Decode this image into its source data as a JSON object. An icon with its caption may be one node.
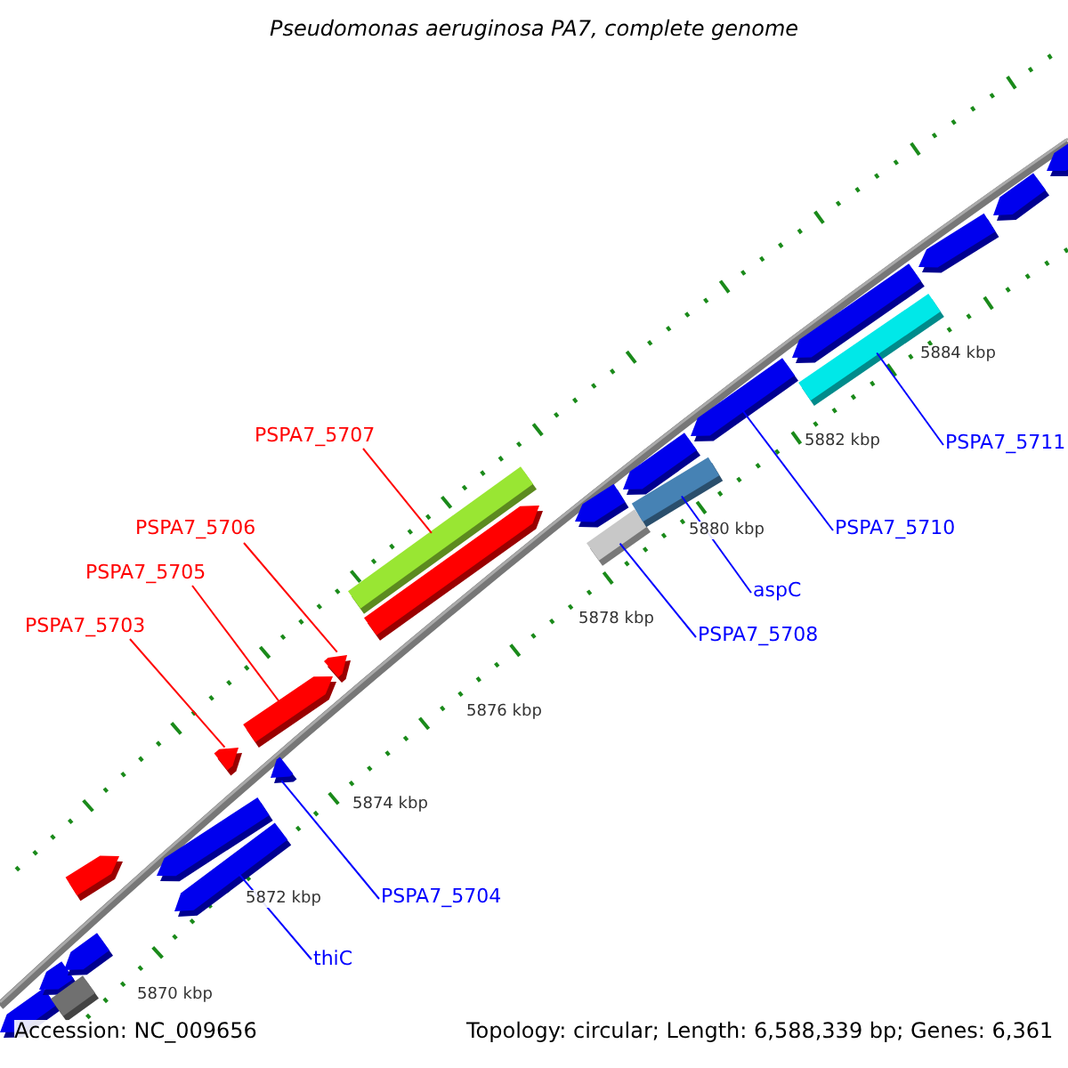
{
  "diagram": {
    "title": "Pseudomonas aeruginosa PA7, complete genome",
    "nodes": [
      {
        "text": [
          "PSPA7_5707"
        ]
      },
      {
        "text": [
          "PSPA7_5706"
        ]
      },
      {
        "text": [
          "PSPA7_5705"
        ]
      },
      {
        "text": [
          "PSPA7_5703"
        ]
      },
      {
        "text": [
          "PSPA7_5704"
        ]
      },
      {
        "text": [
          "thiC"
        ]
      },
      {
        "text": [
          "PSPA7_5708"
        ]
      },
      {
        "text": [
          "aspC"
        ]
      },
      {
        "text": [
          "PSPA7_5710"
        ]
      },
      {
        "text": [
          "PSPA7_5711"
        ]
      },
      {
        "text": [],
        "shape": "bar"
      },
      {
        "text": [],
        "shape": "arrow"
      },
      {
        "text": [],
        "shape": "arrow"
      },
      {
        "text": [],
        "shape": "arrow"
      },
      {
        "text": [],
        "shape": "arrow"
      },
      {
        "text": [],
        "shape": "arrow"
      },
      {
        "text": [],
        "shape": "bar"
      },
      {
        "text": [],
        "shape": "bar"
      },
      {
        "text": [],
        "shape": "arrow"
      },
      {
        "text": [],
        "shape": "bar"
      }
    ],
    "edges": [
      {
        "from": 0,
        "to": 10,
        "arrow": "none",
        "color": "#ff0000"
      },
      {
        "from": 1,
        "to": 11,
        "arrow": "none",
        "color": "#ff0000"
      },
      {
        "from": 2,
        "to": 12,
        "arrow": "none",
        "color": "#ff0000"
      },
      {
        "from": 3,
        "to": 13,
        "arrow": "none",
        "color": "#ff0000"
      },
      {
        "from": 4,
        "to": 14,
        "arrow": "none"
      },
      {
        "from": 5,
        "to": 15,
        "arrow": "none"
      },
      {
        "from": 6,
        "to": 16,
        "arrow": "none"
      },
      {
        "from": 7,
        "to": 17,
        "arrow": "none"
      },
      {
        "from": 8,
        "to": 18,
        "arrow": "none"
      },
      {
        "from": 9,
        "to": 19,
        "arrow": "none"
      }
    ],
    "labels": [
      "5884 kbp",
      "5882 kbp",
      "5880 kbp",
      "5878 kbp",
      "5876 kbp",
      "5874 kbp",
      "5872 kbp",
      "5870 kbp",
      "Accession: NC_009656",
      "Topology: circular; Length: 6,588,339 bp; Genes: 6,361"
    ]
  }
}
